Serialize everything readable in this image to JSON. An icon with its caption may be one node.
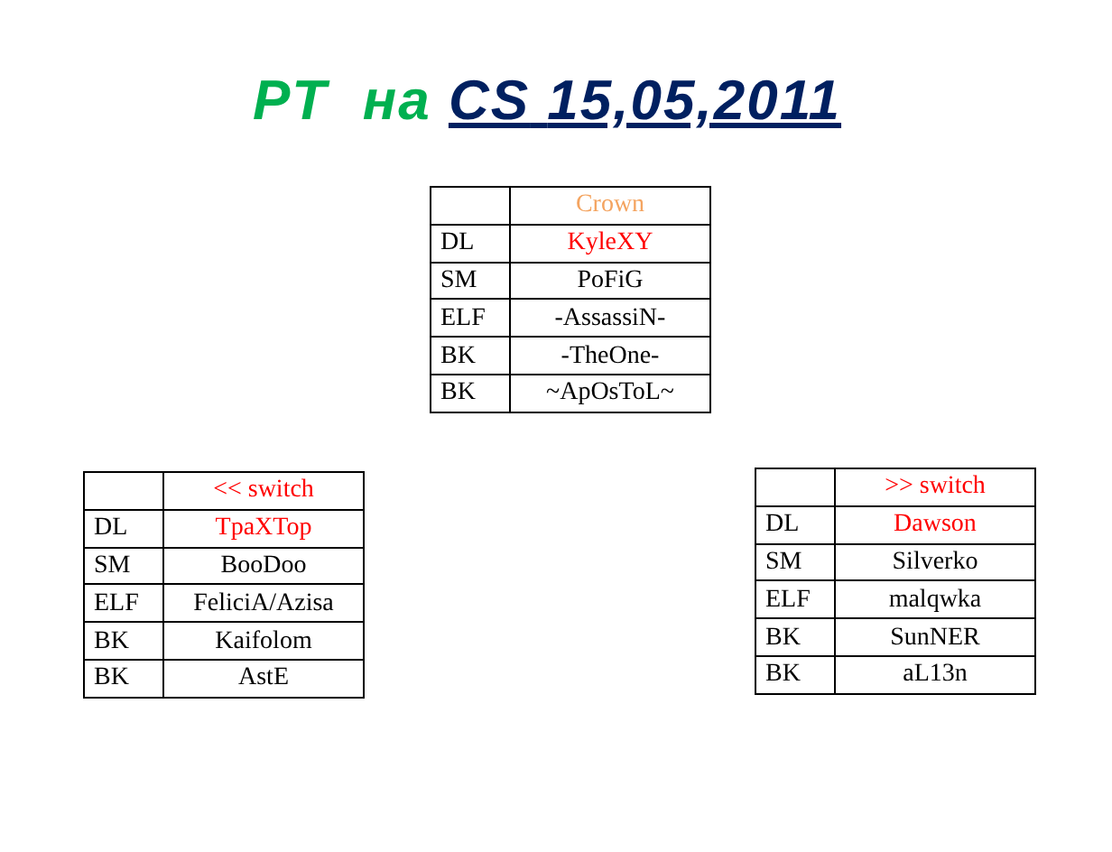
{
  "diagram": {
    "title": "PT  на CS 15,05,2011",
    "labels": [
      "Crown",
      "DL",
      "KyleXY",
      "SM",
      "PoFiG",
      "ELF",
      "-AssassiN-",
      "BK",
      "-TheOne-",
      "BK",
      "~ApOsToL~",
      "<< switch",
      "DL",
      "TpaXTop",
      "SM",
      "BooDoo",
      "ELF",
      "FeliciA/Azisa",
      "BK",
      "Kaifolom",
      "BK",
      "AstE",
      ">> switch",
      "DL",
      "Dawson",
      "SM",
      "Silverko",
      "ELF",
      "malqwka",
      "BK",
      "SunNER",
      "BK",
      "aL13n"
    ]
  }
}
